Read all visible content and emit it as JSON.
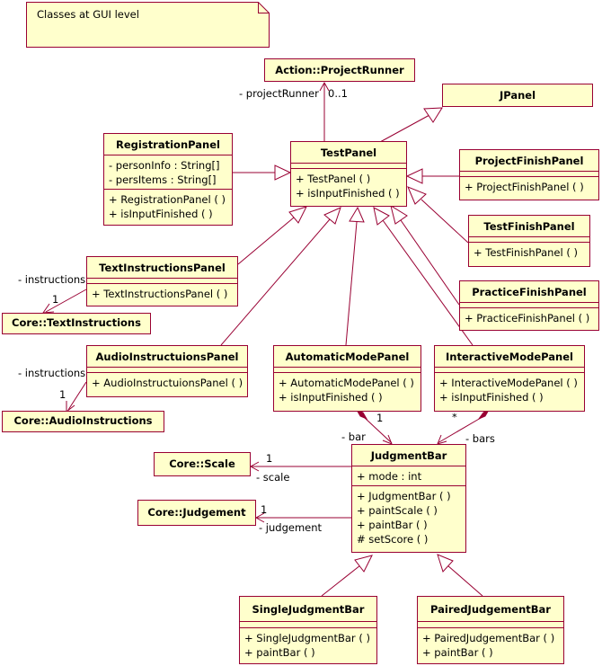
{
  "note": {
    "text": "Classes at GUI level"
  },
  "classes": {
    "project_runner": {
      "name": "Action::ProjectRunner"
    },
    "jpanel": {
      "name": "JPanel"
    },
    "test_panel": {
      "name": "TestPanel",
      "operations": [
        "+ TestPanel (  )",
        "+ isInputFinished (  )"
      ]
    },
    "registration_panel": {
      "name": "RegistrationPanel",
      "attributes": [
        "- personInfo : String[]",
        "- persItems : String[]"
      ],
      "operations": [
        "+ RegistrationPanel (  )",
        "+ isInputFinished (  )"
      ]
    },
    "project_finish_panel": {
      "name": "ProjectFinishPanel",
      "operations": [
        "+ ProjectFinishPanel (  )"
      ]
    },
    "test_finish_panel": {
      "name": "TestFinishPanel",
      "operations": [
        "+ TestFinishPanel (  )"
      ]
    },
    "practice_finish_panel": {
      "name": "PracticeFinishPanel",
      "operations": [
        "+ PracticeFinishPanel (  )"
      ]
    },
    "text_instructions_panel": {
      "name": "TextInstructionsPanel",
      "operations": [
        "+ TextInstructionsPanel (  )"
      ]
    },
    "text_instructions": {
      "name": "Core::TextInstructions"
    },
    "audio_instructions_panel": {
      "name": "AudioInstructuionsPanel",
      "operations": [
        "+ AudioInstructuionsPanel (  )"
      ]
    },
    "audio_instructions": {
      "name": "Core::AudioInstructions"
    },
    "automatic_mode_panel": {
      "name": "AutomaticModePanel",
      "operations": [
        "+ AutomaticModePanel (  )",
        "+ isInputFinished (  )"
      ]
    },
    "interactive_mode_panel": {
      "name": "InteractiveModePanel",
      "operations": [
        "+ InteractiveModePanel (  )",
        "+ isInputFinished (  )"
      ]
    },
    "judgment_bar": {
      "name": "JudgmentBar",
      "attributes": [
        "+ mode : int"
      ],
      "operations": [
        "+ JudgmentBar (  )",
        "+ paintScale (  )",
        "+ paintBar (  )",
        "# setScore (  )"
      ]
    },
    "scale": {
      "name": "Core::Scale"
    },
    "judgement": {
      "name": "Core::Judgement"
    },
    "single_judgment_bar": {
      "name": "SingleJudgmentBar",
      "operations": [
        "+ SingleJudgmentBar (  )",
        "+ paintBar (  )"
      ]
    },
    "paired_judgement_bar": {
      "name": "PairedJudgementBar",
      "operations": [
        "+ PairedJudgementBar (  )",
        "+ paintBar (  )"
      ]
    }
  },
  "labels": {
    "project_runner_role": "- projectRunner",
    "project_runner_mult": "0..1",
    "text_instructions_role": "- instructions",
    "text_instructions_mult": "1",
    "audio_instructions_role": "- instructions",
    "audio_instructions_mult": "1",
    "bar_role": "- bar",
    "bar_mult": "1",
    "bars_role": "- bars",
    "bars_mult": "*",
    "scale_role": "- scale",
    "scale_mult": "1",
    "judgement_role": "- judgement",
    "judgement_mult": "1"
  },
  "colors": {
    "box_fill": "#ffffcc",
    "line": "#990033"
  }
}
